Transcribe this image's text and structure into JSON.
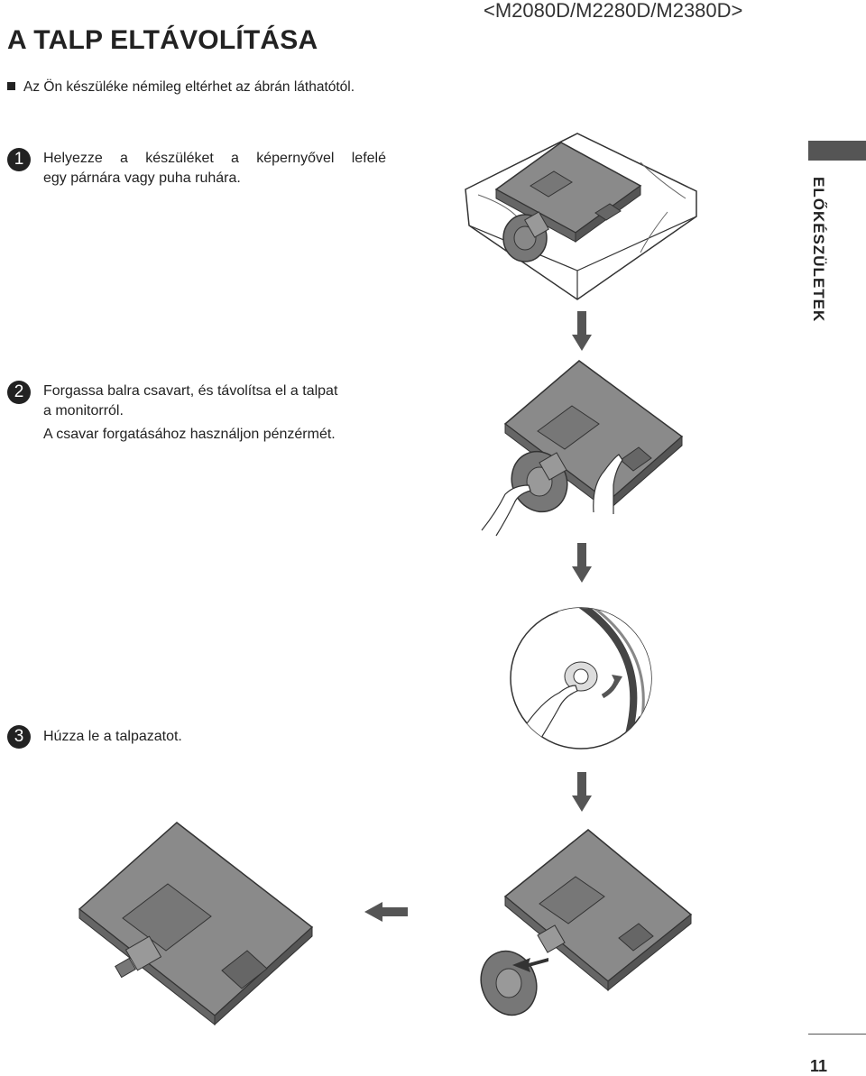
{
  "header": {
    "title": "A TALP ELTÁVOLÍTÁSA",
    "models": "<M2080D/M2280D/M2380D>"
  },
  "note": "Az Ön készüléke némileg eltérhet az ábrán láthatótól.",
  "steps": [
    {
      "number": "1",
      "lines": [
        "Helyezze a készüléket a képernyővel lefelé",
        "egy párnára vagy puha ruhára."
      ]
    },
    {
      "number": "2",
      "lines": [
        "Forgassa balra csavart, és távolítsa el a talpat",
        "a monitorról.",
        "A csavar forgatásához használjon pénzérmét."
      ]
    },
    {
      "number": "3",
      "lines": [
        "Húzza le a talpazatot."
      ]
    }
  ],
  "sidebar": {
    "section": "ELŐKÉSZÜLETEK"
  },
  "footer": {
    "page_number": "11"
  },
  "colors": {
    "accent_gray": "#555555",
    "text": "#222222"
  },
  "figures": [
    {
      "icon": "monitor-on-cushion-illustration"
    },
    {
      "icon": "hands-turning-screw-illustration"
    },
    {
      "icon": "coin-turning-screw-zoom-illustration"
    },
    {
      "icon": "pulling-stand-off-illustration"
    },
    {
      "icon": "monitor-without-stand-illustration"
    }
  ]
}
